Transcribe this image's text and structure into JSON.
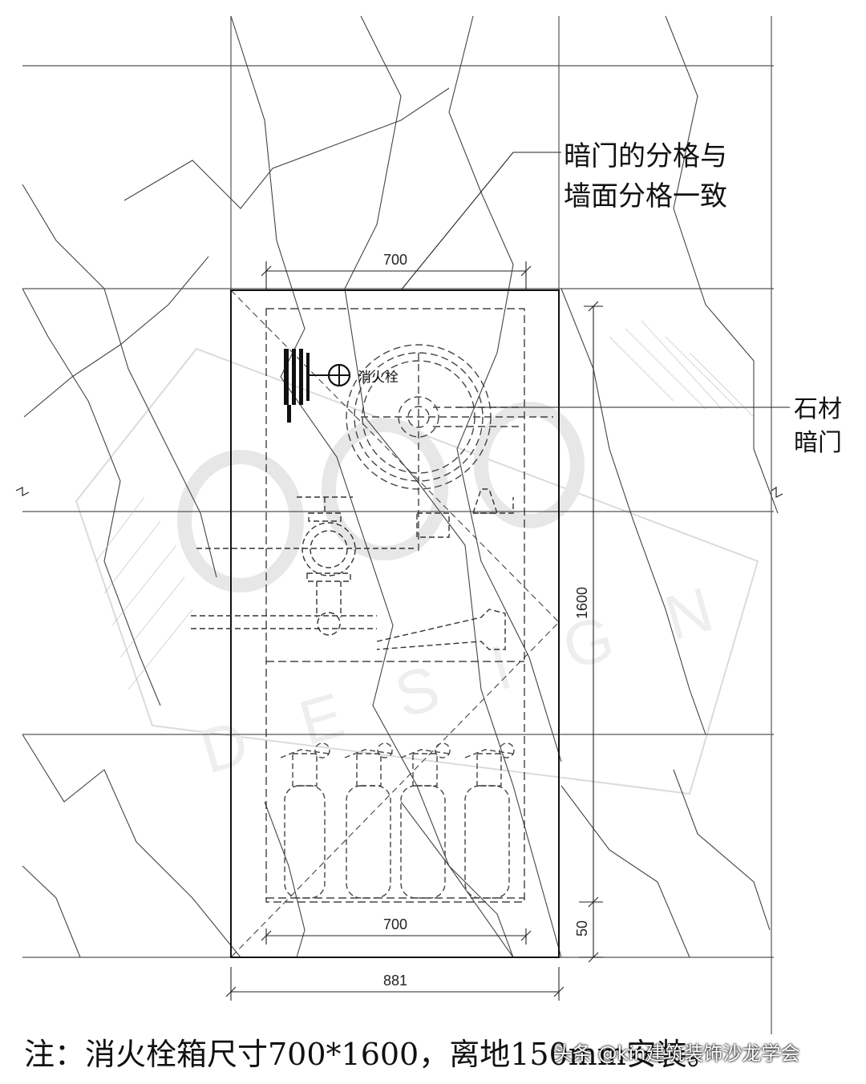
{
  "annotations": {
    "partition_note_line1": "暗门的分格与",
    "partition_note_line2": "墙面分格一致",
    "stone_door_line1": "石材",
    "stone_door_line2": "暗门",
    "hydrant_label": "消火栓",
    "design_watermark": "DESIGN"
  },
  "dimensions": {
    "top_width": "700",
    "bottom_inner_width": "700",
    "overall_width": "881",
    "height": "1600",
    "floor_gap": "50"
  },
  "footer": {
    "note": "注：消火栓箱尺寸700*1600，离地150mm安装。",
    "watermark": "头条 @kin建筑装饰沙龙学会"
  }
}
